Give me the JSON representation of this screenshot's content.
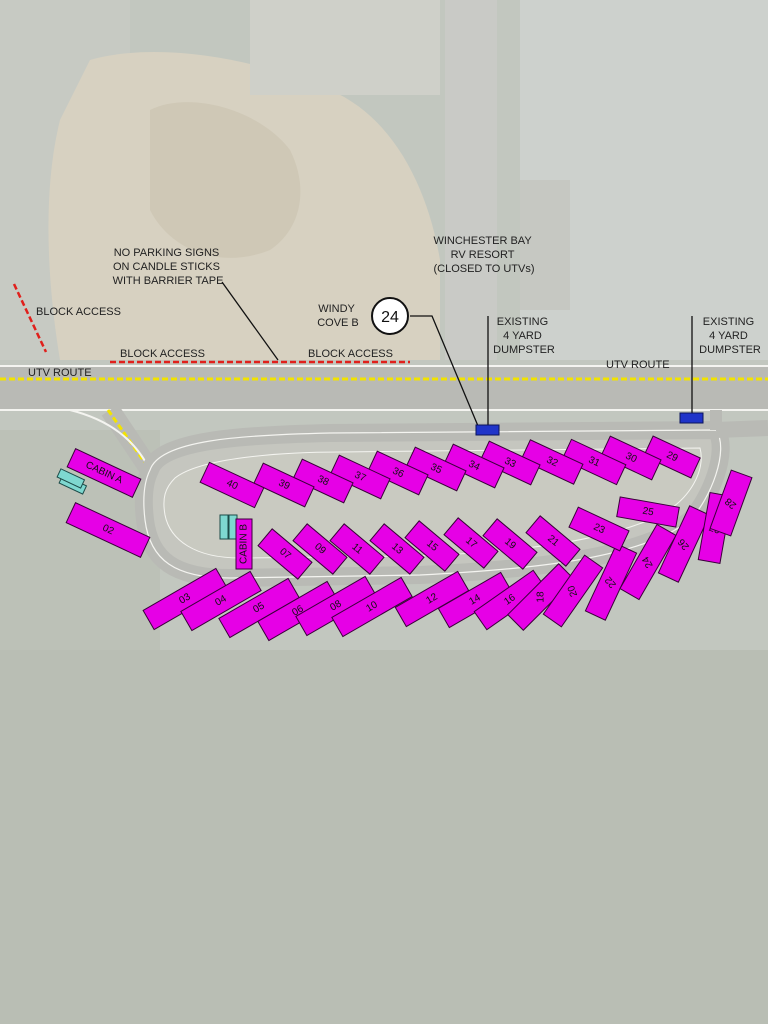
{
  "colors": {
    "site_fill": "#e600e6",
    "site_stroke": "#3a003a",
    "road": "#b9bab5",
    "road_edge": "#f4f4f0",
    "utv_route": "#f2e300",
    "block_access": "#e0201c",
    "dumpster": "#1f34c9",
    "cabin_aux": "#7ed8d0",
    "water": "#cfd3cf",
    "forest": "#b8bdb4",
    "clearing": "#d8d2c2"
  },
  "labels": {
    "no_parking": [
      "NO PARKING SIGNS",
      "ON CANDLE STICKS",
      "WITH BARRIER TAPE"
    ],
    "block_access_1": "BLOCK ACCESS",
    "block_access_2": "BLOCK ACCESS",
    "block_access_3": "BLOCK ACCESS",
    "utv_route_1": "UTV ROUTE",
    "utv_route_2": "UTV ROUTE",
    "resort": [
      "WINCHESTER BAY",
      "RV RESORT",
      "(CLOSED TO UTVs)"
    ],
    "windy_cove": [
      "WINDY",
      "COVE B"
    ],
    "marker_24": "24",
    "dumpster_1": [
      "EXISTING",
      "4 YARD",
      "DUMPSTER"
    ],
    "dumpster_2": [
      "EXISTING",
      "4 YARD",
      "DUMPSTER"
    ]
  },
  "sites": [
    {
      "label": "CABIN A",
      "icon": "cabin-site-icon"
    },
    {
      "label": "02"
    },
    {
      "label": "CABIN B",
      "icon": "cabin-site-icon"
    },
    {
      "label": "03"
    },
    {
      "label": "04"
    },
    {
      "label": "05"
    },
    {
      "label": "06"
    },
    {
      "label": "07"
    },
    {
      "label": "08"
    },
    {
      "label": "09"
    },
    {
      "label": "10"
    },
    {
      "label": "11"
    },
    {
      "label": "12"
    },
    {
      "label": "13"
    },
    {
      "label": "14"
    },
    {
      "label": "15"
    },
    {
      "label": "16"
    },
    {
      "label": "17"
    },
    {
      "label": "18"
    },
    {
      "label": "19"
    },
    {
      "label": "20"
    },
    {
      "label": "21"
    },
    {
      "label": "22"
    },
    {
      "label": "23"
    },
    {
      "label": "24"
    },
    {
      "label": "25"
    },
    {
      "label": "26"
    },
    {
      "label": "27"
    },
    {
      "label": "28"
    },
    {
      "label": "29"
    },
    {
      "label": "30"
    },
    {
      "label": "31"
    },
    {
      "label": "32"
    },
    {
      "label": "33"
    },
    {
      "label": "34"
    },
    {
      "label": "35"
    },
    {
      "label": "36"
    },
    {
      "label": "37"
    },
    {
      "label": "38"
    },
    {
      "label": "39"
    },
    {
      "label": "40"
    }
  ]
}
